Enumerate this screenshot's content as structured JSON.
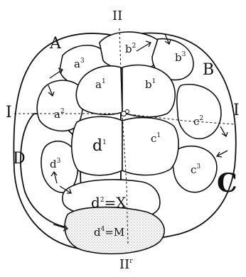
{
  "quadrants": {
    "A": "A",
    "B": "B",
    "C": "C",
    "D": "D"
  },
  "axes": {
    "top": "II",
    "bottom": "II",
    "bottom_mark": "r",
    "left": "I",
    "right": "I"
  },
  "cells": {
    "a1": {
      "base": "a",
      "sup": "1"
    },
    "a2": {
      "base": "a",
      "sup": "2"
    },
    "a3": {
      "base": "a",
      "sup": "3"
    },
    "b1": {
      "base": "b",
      "sup": "1"
    },
    "b2": {
      "base": "b",
      "sup": "2"
    },
    "b3": {
      "base": "b",
      "sup": "3"
    },
    "c1": {
      "base": "c",
      "sup": "1"
    },
    "c2": {
      "base": "c",
      "sup": "2"
    },
    "c3": {
      "base": "c",
      "sup": "3"
    },
    "d1": {
      "base": "d",
      "sup": "1"
    },
    "d3": {
      "base": "d",
      "sup": "3"
    },
    "d2X": {
      "base": "d",
      "sup": "2",
      "rest": "=X"
    },
    "d4M": {
      "base": "d",
      "sup": "4",
      "rest": "=M"
    }
  }
}
